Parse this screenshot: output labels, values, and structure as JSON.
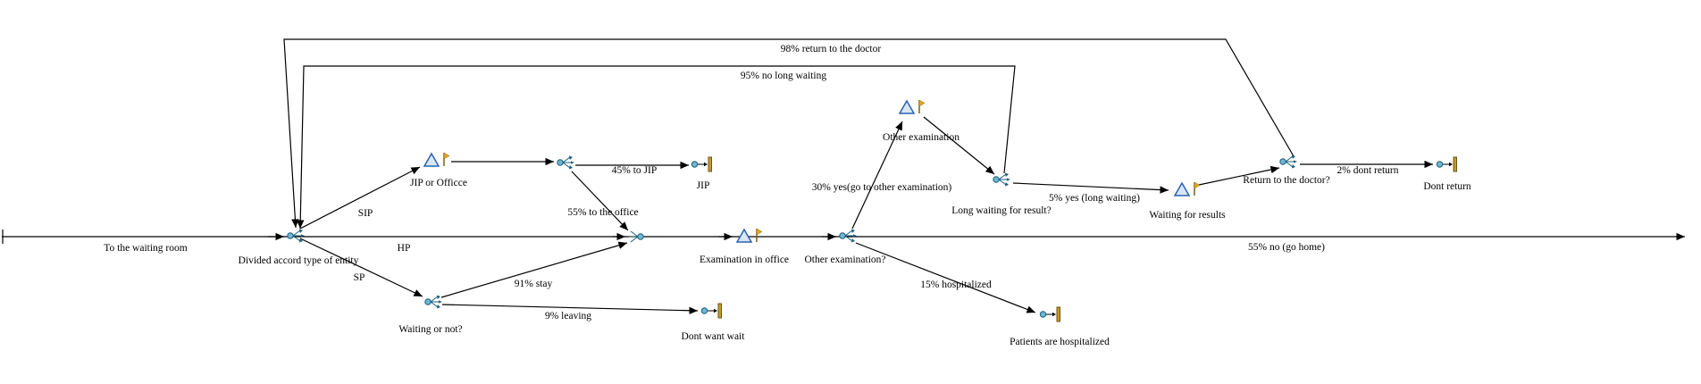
{
  "diagram": {
    "type": "simulation-flow",
    "colors": {
      "line": "#000000",
      "triangle_stroke": "#2a62ae",
      "triangle_fill": "#d8e6f6",
      "flag": "#e2a721",
      "node_circle": "#6fb7d4",
      "node_circle_stroke": "#1c5f7a",
      "exit_bar": "#c89a2a"
    },
    "icons": {
      "router": "branch-arrows",
      "merge": "merge-fork",
      "activity": "triangle-with-flag",
      "exit": "circle-with-bar"
    },
    "nodes": {
      "start": {
        "label": "To the waiting room"
      },
      "divided": {
        "label": "Divided accord type of entity"
      },
      "jip_or_office": {
        "label": "JIP or Officce"
      },
      "jip": {
        "label": "JIP"
      },
      "waiting_or_not": {
        "label": "Waiting or not?"
      },
      "dont_want_wait": {
        "label": "Dont want wait"
      },
      "examination_in_office": {
        "label": "Examination in office"
      },
      "other_examination_q": {
        "label": "Other examination?"
      },
      "other_examination": {
        "label": "Other examination"
      },
      "long_waiting_q": {
        "label": "Long waiting for result?"
      },
      "waiting_for_results": {
        "label": "Waiting for results"
      },
      "return_to_doctor_q": {
        "label": "Return to the doctor?"
      },
      "dont_return": {
        "label": "Dont return"
      },
      "hospitalized": {
        "label": "Patients are hospitalized"
      }
    },
    "edges": {
      "sip": "SIP",
      "hp": "HP",
      "sp": "SP",
      "to_jip": "45% to JIP",
      "to_office": "55% to the office",
      "stay": "91% stay",
      "leaving": "9% leaving",
      "yes_other": "30% yes(go to other examination)",
      "hospitalized_pct": "15% hospitalized",
      "yes_long": "5% yes (long waiting)",
      "no_long": "95% no long waiting",
      "return_doctor": "98% return to the doctor",
      "dont_return_pct": "2% dont return",
      "go_home": "55% no (go home)"
    }
  }
}
